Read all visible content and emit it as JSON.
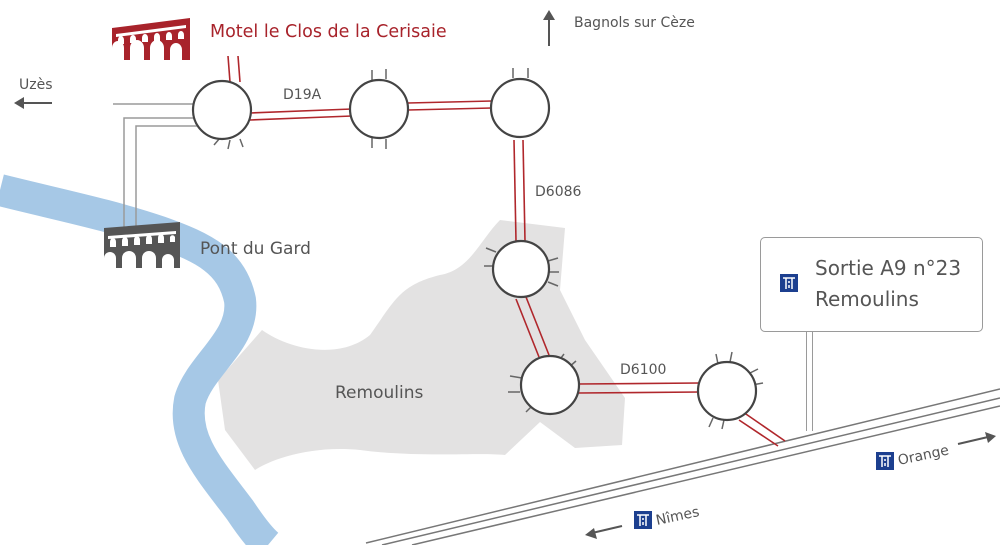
{
  "header": {
    "motel_name": "Motel le Clos de la Cerisaie"
  },
  "directions": {
    "north": "Bagnols sur Cèze",
    "west": "Uzès",
    "highway_east": "Orange",
    "highway_west": "Nîmes"
  },
  "places": {
    "pont_du_gard": "Pont du Gard",
    "remoulins": "Remoulins"
  },
  "roads": {
    "d19a": "D19A",
    "d6086": "D6086",
    "d6100": "D6100"
  },
  "sign": {
    "line1": "Sortie A9 n°23",
    "line2": "Remoulins"
  },
  "colors": {
    "route": "#b0272c",
    "river": "#a6c8e6",
    "town": "#e3e2e2",
    "text": "#555555",
    "motel_text": "#a8232b",
    "highway_icon": "#1c3f8f"
  },
  "icons": {
    "motel_logo": "aqueduct-red-icon",
    "pont_du_gard": "aqueduct-gray-icon",
    "highway": "motorway-icon"
  }
}
